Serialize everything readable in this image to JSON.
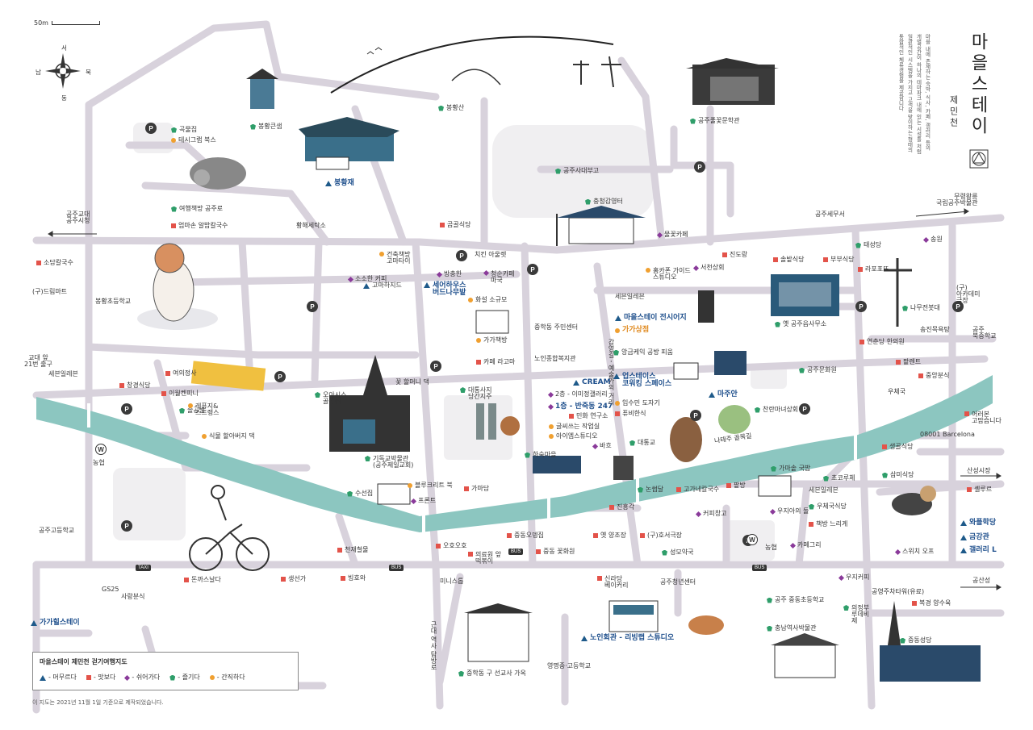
{
  "title": {
    "main": "마을스테이",
    "sub": "제민천"
  },
  "description": "마을 내에 존재하는 숙박, 식사, 카페, 갤러리 등의 개별공간이 하나의 테마파크 내에 있는 시설들 처럼 일관적인 시스템을 가지고 고객을 맞이하는 형태의 통합적인 체류경험을 제공합니다",
  "scale": "50m",
  "compass": {
    "n": "북",
    "s": "남",
    "e": "동",
    "w": "서"
  },
  "legend": {
    "title": "마을스테이 제민천 걷기여행지도",
    "items": [
      {
        "type": "stay",
        "label": "- 머무르다"
      },
      {
        "type": "eat",
        "label": "- 맛보다"
      },
      {
        "type": "rest",
        "label": "- 쉬어가다"
      },
      {
        "type": "enjoy",
        "label": "- 즐기다"
      },
      {
        "type": "keep",
        "label": "- 간직하다"
      }
    ]
  },
  "footnote": "이 지도는 2021년 11월 1일 기준으로 제작되었습니다.",
  "directions": [
    {
      "id": "gongju-gyodae",
      "text": "공주교대\n공주시청"
    },
    {
      "id": "muryeong",
      "text": "무령왕릉\n국립공주박물관"
    },
    {
      "id": "sanseong",
      "text": "산성시장"
    },
    {
      "id": "gongsanseong",
      "text": "공산성"
    },
    {
      "id": "gyodae-exit",
      "text": "교대 앞\n21번 출구"
    }
  ],
  "places": [
    {
      "id": "p1",
      "type": "enjoy",
      "text": "곡물집"
    },
    {
      "id": "p2",
      "type": "keep",
      "text": "테시그랩 북스"
    },
    {
      "id": "p3",
      "type": "enjoy",
      "text": "봉황산"
    },
    {
      "id": "p4",
      "type": "enjoy",
      "text": "봉황큰샘"
    },
    {
      "id": "p5",
      "type": "enjoy",
      "text": "공주풀꽃문학관"
    },
    {
      "id": "p6",
      "type": "stay",
      "text": "봉황재"
    },
    {
      "id": "p7",
      "type": "enjoy",
      "text": "공주사대부고"
    },
    {
      "id": "p8",
      "type": "enjoy",
      "text": "충청감영터"
    },
    {
      "id": "p9",
      "type": "enjoy",
      "text": "여행책방 공주로"
    },
    {
      "id": "p10",
      "type": "eat",
      "text": "엄마손 알밥칼국수"
    },
    {
      "id": "p11",
      "type": "none",
      "text": "황해세탁소"
    },
    {
      "id": "p12",
      "type": "eat",
      "text": "곰골식당"
    },
    {
      "id": "p13",
      "type": "rest",
      "text": "물꽃카페"
    },
    {
      "id": "p14",
      "type": "none",
      "text": "공주세무서"
    },
    {
      "id": "p15",
      "type": "eat",
      "text": "소담칼국수"
    },
    {
      "id": "p16",
      "type": "rest",
      "text": "소소한 커피"
    },
    {
      "id": "p17",
      "type": "keep",
      "text": "건축책방\n고마타이"
    },
    {
      "id": "p18",
      "type": "stay",
      "text": "고마하지드"
    },
    {
      "id": "p19",
      "type": "none",
      "text": "치킨 아울렛"
    },
    {
      "id": "p20",
      "type": "rest",
      "text": "방충한"
    },
    {
      "id": "p21",
      "type": "rest",
      "text": "청순카페\n마국"
    },
    {
      "id": "p22",
      "type": "eat",
      "text": "진도랑"
    },
    {
      "id": "p23",
      "type": "eat",
      "text": "솔밭식당"
    },
    {
      "id": "p24",
      "type": "eat",
      "text": "부부식당"
    },
    {
      "id": "p25",
      "type": "enjoy",
      "text": "태성당"
    },
    {
      "id": "p26",
      "type": "rest",
      "text": "송원"
    },
    {
      "id": "p27",
      "type": "eat",
      "text": "라포포뜨"
    },
    {
      "id": "p28",
      "type": "none",
      "text": "(구)드림마트"
    },
    {
      "id": "p29",
      "type": "none",
      "text": "봉황초등학교"
    },
    {
      "id": "p30",
      "type": "stay",
      "text": "세어하우스\n버드나무밭"
    },
    {
      "id": "p31",
      "type": "keep",
      "text": "화설 소규모"
    },
    {
      "id": "p32",
      "type": "keep",
      "text": "가가책방"
    },
    {
      "id": "p33",
      "type": "none",
      "text": "중학동 주민센터"
    },
    {
      "id": "p34",
      "type": "keep",
      "text": "홈카폰 가이드\n스튜디오"
    },
    {
      "id": "p35",
      "type": "rest",
      "text": "서천상회"
    },
    {
      "id": "p36",
      "type": "none",
      "text": "세븐일레븐"
    },
    {
      "id": "p37",
      "type": "stay",
      "text": "마을스테이 전시어지"
    },
    {
      "id": "p38",
      "type": "keep",
      "text": "가가상점"
    },
    {
      "id": "p39",
      "type": "enjoy",
      "text": "옛 공주읍사무소"
    },
    {
      "id": "p40",
      "type": "enjoy",
      "text": "나무전봇대"
    },
    {
      "id": "p41",
      "type": "none",
      "text": "(구)\n아카데미\n극장"
    },
    {
      "id": "p42",
      "type": "none",
      "text": "공주\n북중학교"
    },
    {
      "id": "p43",
      "type": "eat",
      "text": "카페 라고마"
    },
    {
      "id": "p44",
      "type": "none",
      "text": "노인종합복지관"
    },
    {
      "id": "p45",
      "type": "enjoy",
      "text": "앙금케익 공방 피움"
    },
    {
      "id": "p46",
      "type": "eat",
      "text": "연춘당 한의원"
    },
    {
      "id": "p47",
      "type": "none",
      "text": "송진목욕탕"
    },
    {
      "id": "p48",
      "type": "eat",
      "text": "팥렌트"
    },
    {
      "id": "p49",
      "type": "eat",
      "text": "중앙분식"
    },
    {
      "id": "p50",
      "type": "eat",
      "text": "이월켄피니"
    },
    {
      "id": "p51",
      "type": "eat",
      "text": "여의정사"
    },
    {
      "id": "p52",
      "type": "eat",
      "text": "창경식당"
    },
    {
      "id": "p53",
      "type": "enjoy",
      "text": "오아시스\n골목집"
    },
    {
      "id": "p54",
      "type": "none",
      "text": "세븐일레븐"
    },
    {
      "id": "p55",
      "type": "enjoy",
      "text": "대통사지\n당간지주"
    },
    {
      "id": "p56",
      "type": "stay",
      "text": "CREAM"
    },
    {
      "id": "p57",
      "type": "stay",
      "text": "업스테이스\n코워킹 스페이스"
    },
    {
      "id": "p58",
      "type": "enjoy",
      "text": "공주문화원"
    },
    {
      "id": "p59",
      "type": "none",
      "text": "우체국"
    },
    {
      "id": "p60",
      "type": "rest",
      "text": "2층 - 이미정갤러리"
    },
    {
      "id": "p61",
      "type": "rest",
      "text": "1층 - 반죽동 247"
    },
    {
      "id": "p62",
      "type": "eat",
      "text": "민화 연구소"
    },
    {
      "id": "p63",
      "type": "keep",
      "text": "글씨쓰는 작업실"
    },
    {
      "id": "p64",
      "type": "keep",
      "text": "아이엠스튜디오"
    },
    {
      "id": "p65",
      "type": "rest",
      "text": "바흐"
    },
    {
      "id": "p66",
      "type": "keep",
      "text": "임수민 도자기"
    },
    {
      "id": "p67",
      "type": "eat",
      "text": "퓨비한식"
    },
    {
      "id": "p68",
      "type": "stay",
      "text": "마주안"
    },
    {
      "id": "p69",
      "type": "enjoy",
      "text": "찬란마녀상회"
    },
    {
      "id": "p70",
      "type": "eat",
      "text": "어러본\n고맙습니다"
    },
    {
      "id": "p71",
      "type": "none",
      "text": "08001 Barcelona"
    },
    {
      "id": "p72",
      "type": "enjoy",
      "text": "솔공방"
    },
    {
      "id": "p73",
      "type": "keep",
      "text": "레퓨지&\n스트렝스"
    },
    {
      "id": "p74",
      "type": "keep",
      "text": "식물 할아버지 댁"
    },
    {
      "id": "p75",
      "type": "enjoy",
      "text": "대통교"
    },
    {
      "id": "p76",
      "type": "enjoy",
      "text": "하숙마을"
    },
    {
      "id": "p77",
      "type": "none",
      "text": "농협"
    },
    {
      "id": "p78",
      "type": "enjoy",
      "text": "기독교박물관\n(공주제일교회)"
    },
    {
      "id": "p79",
      "type": "eat",
      "text": "생골식당"
    },
    {
      "id": "p80",
      "type": "enjoy",
      "text": "삼미식당"
    },
    {
      "id": "p81",
      "type": "none",
      "text": "산성시장"
    },
    {
      "id": "p82",
      "type": "enjoy",
      "text": "가마솥 국밥"
    },
    {
      "id": "p83",
      "type": "enjoy",
      "text": "초코루체"
    },
    {
      "id": "p84",
      "type": "none",
      "text": "세븐일레븐"
    },
    {
      "id": "p85",
      "type": "enjoy",
      "text": "우체국식당"
    },
    {
      "id": "p86",
      "type": "eat",
      "text": "셸루르"
    },
    {
      "id": "p87",
      "type": "enjoy",
      "text": "수선집"
    },
    {
      "id": "p88",
      "type": "keep",
      "text": "블루크리트 북"
    },
    {
      "id": "p89",
      "type": "rest",
      "text": "프론트"
    },
    {
      "id": "p90",
      "type": "eat",
      "text": "가마담"
    },
    {
      "id": "p91",
      "type": "enjoy",
      "text": "논썹달"
    },
    {
      "id": "p92",
      "type": "eat",
      "text": "고가네칼국수"
    },
    {
      "id": "p93",
      "type": "eat",
      "text": "팥방"
    },
    {
      "id": "p94",
      "type": "rest",
      "text": "우지아의 돌"
    },
    {
      "id": "p95",
      "type": "eat",
      "text": "책방 느리게"
    },
    {
      "id": "p96",
      "type": "none",
      "text": "공주고등학교"
    },
    {
      "id": "p97",
      "type": "eat",
      "text": "진흥각"
    },
    {
      "id": "p98",
      "type": "rest",
      "text": "커피창고"
    },
    {
      "id": "p99",
      "type": "eat",
      "text": "중동오뎅집"
    },
    {
      "id": "p100",
      "type": "eat",
      "text": "옛 양조장"
    },
    {
      "id": "p101",
      "type": "eat",
      "text": "(구)호서극장"
    },
    {
      "id": "p102",
      "type": "none",
      "text": "농협"
    },
    {
      "id": "p103",
      "type": "rest",
      "text": "카페그리"
    },
    {
      "id": "p104",
      "type": "rest",
      "text": "스위치 오프"
    },
    {
      "id": "p105",
      "type": "stay",
      "text": "와플학당"
    },
    {
      "id": "p106",
      "type": "stay",
      "text": "금강관"
    },
    {
      "id": "p107",
      "type": "stay",
      "text": "갤러리 L"
    },
    {
      "id": "p108",
      "type": "eat",
      "text": "천재철물"
    },
    {
      "id": "p109",
      "type": "eat",
      "text": "오호오호"
    },
    {
      "id": "p110",
      "type": "eat",
      "text": "의료원 앞\n떡볶이"
    },
    {
      "id": "p111",
      "type": "eat",
      "text": "중동 꽃화원"
    },
    {
      "id": "p112",
      "type": "enjoy",
      "text": "성모약국"
    },
    {
      "id": "p113",
      "type": "eat",
      "text": "돈까스날다"
    },
    {
      "id": "p114",
      "type": "eat",
      "text": "생선가"
    },
    {
      "id": "p115",
      "type": "eat",
      "text": "빙호와"
    },
    {
      "id": "p116",
      "type": "none",
      "text": "GS25"
    },
    {
      "id": "p117",
      "type": "none",
      "text": "사랑분식"
    },
    {
      "id": "p118",
      "type": "none",
      "text": "미니스톱"
    },
    {
      "id": "p119",
      "type": "eat",
      "text": "신라당\n베이커리"
    },
    {
      "id": "p120",
      "type": "none",
      "text": "공주청년센터"
    },
    {
      "id": "p121",
      "type": "enjoy",
      "text": "공주 중동초등학교"
    },
    {
      "id": "p122",
      "type": "rest",
      "text": "우지커피"
    },
    {
      "id": "p123",
      "type": "none",
      "text": "공영주차타워(유료)"
    },
    {
      "id": "p124",
      "type": "eat",
      "text": "복경 양수육"
    },
    {
      "id": "p125",
      "type": "enjoy",
      "text": "의정부\n루데비\n제"
    },
    {
      "id": "p126",
      "type": "enjoy",
      "text": "충남역사박물관"
    },
    {
      "id": "p127",
      "type": "enjoy",
      "text": "중동성당"
    },
    {
      "id": "p128",
      "type": "stay",
      "text": "노인회관 - 리빙랩 스튜디오"
    },
    {
      "id": "p129",
      "type": "enjoy",
      "text": "중학동 구 선교사 가옥"
    },
    {
      "id": "p130",
      "type": "none",
      "text": "영명중·고등학교"
    },
    {
      "id": "p131",
      "type": "stay",
      "text": "가가힐스테이"
    },
    {
      "id": "p132",
      "type": "none",
      "text": "공주교대\n공주시청"
    }
  ],
  "streets": [
    {
      "id": "s1",
      "text": "꽃 할머니 댁"
    },
    {
      "id": "s2",
      "text": "나태주 골목길"
    },
    {
      "id": "s3",
      "text": "감영길 - 예술가의 거리"
    },
    {
      "id": "s4",
      "text": "근대 역사 탐방로"
    }
  ],
  "colors": {
    "road": "#d8d2dc",
    "river": "#8cc6c0",
    "stay": "#1e5a8a",
    "eat": "#e3534a",
    "rest": "#8a3a9a",
    "enjoy": "#2f9e6a",
    "keep": "#f0a030"
  },
  "icons": {
    "compass": "compass-rose-icon",
    "parking": "parking-icon",
    "bus": "bus-stop-icon",
    "taxi": "taxi-stand-icon"
  },
  "markers": {
    "parking": "P",
    "bus": "BUS",
    "taxi": "TAXI",
    "nh": "W"
  }
}
